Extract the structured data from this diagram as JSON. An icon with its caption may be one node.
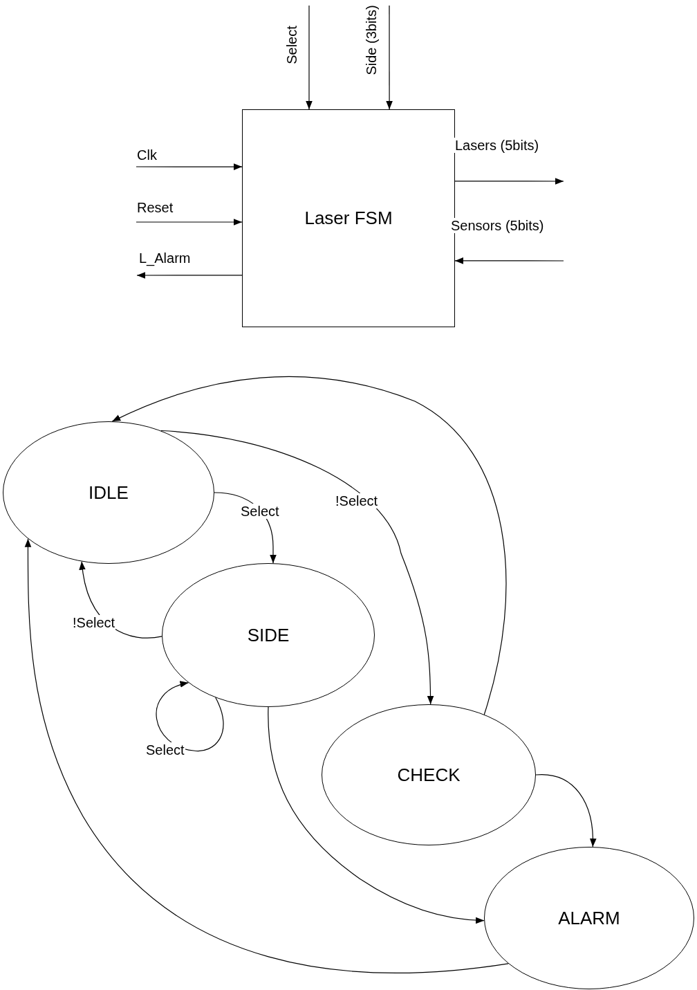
{
  "diagram": {
    "nodes": [
      {
        "text": [
          "Laser FSM"
        ]
      },
      {
        "text": [
          "IDLE"
        ]
      },
      {
        "text": [
          "SIDE"
        ]
      },
      {
        "text": [
          "CHECK"
        ]
      },
      {
        "text": [
          "ALARM"
        ]
      }
    ],
    "edges": [
      {
        "from": null,
        "to": 0,
        "arrow": "to",
        "label": "Select"
      },
      {
        "from": null,
        "to": 0,
        "arrow": "to",
        "label": "Side (3bits)"
      },
      {
        "from": null,
        "to": 0,
        "arrow": "to",
        "label": "Clk"
      },
      {
        "from": null,
        "to": 0,
        "arrow": "to",
        "label": "Reset"
      },
      {
        "from": 0,
        "to": null,
        "arrow": "to",
        "label": "L_Alarm"
      },
      {
        "from": 0,
        "to": null,
        "arrow": "to",
        "label": "Lasers (5bits)"
      },
      {
        "from": null,
        "to": 0,
        "arrow": "to",
        "label": "Sensors (5bits)"
      },
      {
        "from": 1,
        "to": 2,
        "arrow": "to",
        "label": "Select"
      },
      {
        "from": 1,
        "to": 3,
        "arrow": "to",
        "label": "!Select"
      },
      {
        "from": 2,
        "to": 1,
        "arrow": "to",
        "label": "!Select"
      },
      {
        "from": 2,
        "to": 2,
        "arrow": "to",
        "label": "Select"
      },
      {
        "from": 2,
        "to": 4,
        "arrow": "to"
      },
      {
        "from": 3,
        "to": 4,
        "arrow": "to"
      },
      {
        "from": 3,
        "to": 1,
        "arrow": "to"
      },
      {
        "from": 4,
        "to": 1,
        "arrow": "to"
      }
    ]
  }
}
